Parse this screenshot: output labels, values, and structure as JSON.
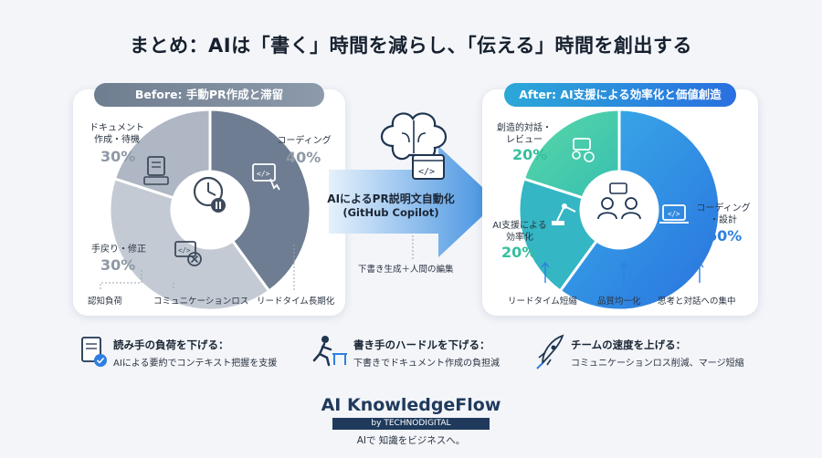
{
  "title": "まとめ：AIは「書く」時間を減らし、「伝える」時間を創出する",
  "before": {
    "header": "Before: 手動PR作成と滞留",
    "segments": [
      {
        "label": "コーディング",
        "value": "40%"
      },
      {
        "label": "手戻り・修正",
        "value": "30%"
      },
      {
        "label_line1": "ドキュメント",
        "label_line2": "作成・待機",
        "value": "30%"
      }
    ],
    "issues": [
      "認知負荷",
      "コミュニケーションロス",
      "リードタイム長期化"
    ]
  },
  "arrow": {
    "line1": "AIによるPR説明文自動化",
    "line2": "(GitHub Copilot)",
    "sub": "下書き生成＋人間の編集"
  },
  "after": {
    "header": "After: AI支援による効率化と価値創造",
    "segments": [
      {
        "label_line1": "創造的対話・",
        "label_line2": "レビュー",
        "value": "20%"
      },
      {
        "label_line1": "AI支援による",
        "label_line2": "効率化",
        "value": "20%"
      },
      {
        "label_line1": "コーディング",
        "label_line2": "・設計",
        "value": "60%"
      }
    ],
    "outcomes": [
      "リードタイム短縮",
      "品質均一化",
      "思考と対話への集中"
    ]
  },
  "benefits": [
    {
      "title": "読み手の負荷を下げる：",
      "sub": "AIによる要約でコンテキスト把握を支援",
      "icon": "document-check-icon"
    },
    {
      "title": "書き手のハードルを下げる：",
      "sub": "下書きでドキュメント作成の負担減",
      "icon": "hurdle-runner-icon"
    },
    {
      "title": "チームの速度を上げる：",
      "sub": "コミュニケーションロス削減、マージ短縮",
      "icon": "rocket-icon"
    }
  ],
  "logo": {
    "name": "AI KnowledgeFlow",
    "by": "by TECHNODIGITAL",
    "tagline": "AIで 知識をビジネスへ。"
  },
  "colors": {
    "before_dark": "#6b7a8f",
    "before_light": "#a9b3c0",
    "after_blue": "#2b8de6",
    "after_teal": "#3cc7a4"
  }
}
